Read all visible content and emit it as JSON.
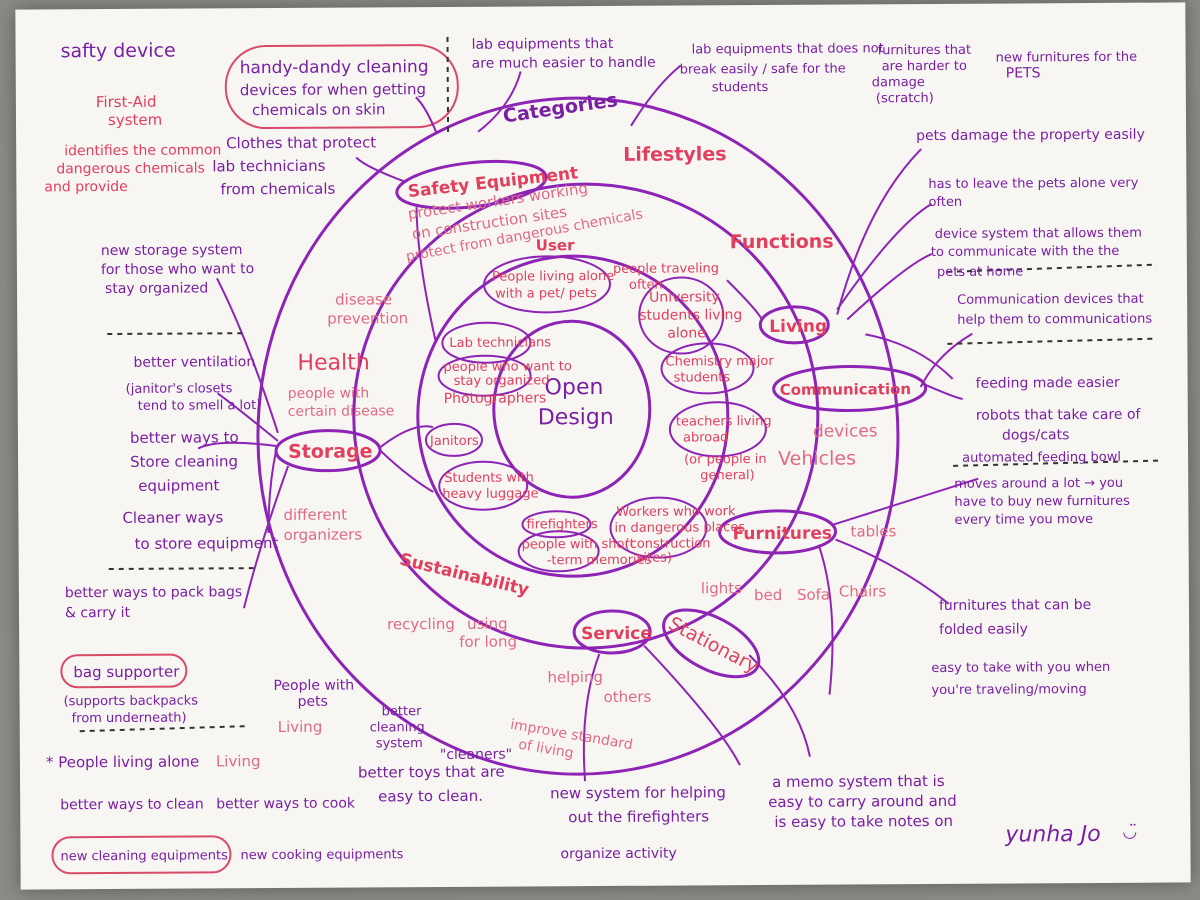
{
  "colors": {
    "purple": "#7a1fa2",
    "red": "#e0405d",
    "pink": "#e06a82",
    "paper": "#f7f6f3"
  },
  "center": [
    "Open",
    "Design"
  ],
  "ring_labels": {
    "categories": "Categories",
    "user": "User",
    "lifestyles": "Lifestyles",
    "functions": "Functions",
    "safety": "Safety Equipment",
    "health": "Health",
    "storage": "Storage",
    "living": "Living",
    "communication": "Communication",
    "furnitures": "Furnitures",
    "service": "Service",
    "stationary": "Stationary",
    "sustainability": "Sustainability"
  },
  "safety_notes": [
    "protect workers working",
    "on construction sites",
    "protect from dangerous chemicals"
  ],
  "health_notes": {
    "disease": [
      "disease",
      "prevention"
    ],
    "people": [
      "people with",
      "certain disease"
    ]
  },
  "communication_notes": [
    "devices",
    "Vehicles"
  ],
  "furniture_items": {
    "tables": "tables",
    "lights": "lights",
    "bed": "bed",
    "sofa": "Sofa",
    "chairs": "Chairs"
  },
  "storage_notes": [
    "different",
    "organizers"
  ],
  "sustainability_notes": {
    "recycling": "recycling",
    "using": [
      "using",
      "for long"
    ]
  },
  "service_notes": {
    "helping": [
      "helping",
      "others"
    ],
    "improve": [
      "improve standard",
      "of living"
    ]
  },
  "users": [
    [
      "People living alone",
      "with a pet/ pets"
    ],
    [
      "people traveling",
      "often"
    ],
    [
      "University",
      "students living",
      "alone"
    ],
    [
      "Lab technicians"
    ],
    [
      "people who want to",
      "stay organized"
    ],
    [
      "Photographers"
    ],
    [
      "Chemistry major",
      "students"
    ],
    [
      "Janitors"
    ],
    [
      "teachers living",
      "abroad"
    ],
    [
      "(or people in",
      "general)"
    ],
    [
      "Students with",
      "heavy luggage"
    ],
    [
      "firefighters"
    ],
    [
      "Workers who work",
      "in dangerous places",
      "(construction",
      "sites)"
    ],
    [
      "people with short",
      "-term memories"
    ]
  ],
  "left_notes": {
    "safety_device": "safty device",
    "first_aid": [
      "First-Aid",
      "system"
    ],
    "identifies": [
      "identifies the common",
      "dangerous chemicals",
      "and provide"
    ],
    "handy_dandy": [
      "handy-dandy cleaning",
      "devices for when getting",
      "chemicals on skin"
    ],
    "clothes": [
      "Clothes that protect",
      "lab technicians",
      "from chemicals"
    ],
    "new_storage": [
      "new storage system",
      "for those who want to",
      "stay organized"
    ],
    "ventilation": [
      "better ventilation",
      "(janitor's closets",
      "tend to smell a lot)"
    ],
    "better_store": [
      "better ways to",
      "Store cleaning",
      "equipment"
    ],
    "cleaner_ways": [
      "Cleaner ways",
      "to store equipment"
    ],
    "pack_bags": [
      "better ways to pack bags",
      "& carry it"
    ],
    "bag_supporter": "bag supporter",
    "supports": [
      "(supports backpacks",
      "from underneath)"
    ]
  },
  "bottom_notes": {
    "people_pets": [
      "People with",
      "pets"
    ],
    "living_pink": "Living",
    "cleaning_system": [
      "better",
      "cleaning",
      "system"
    ],
    "cleaners": "\"cleaners\"",
    "toys": [
      "better toys that are",
      "easy to clean."
    ],
    "star": "* People living alone",
    "living2": "Living",
    "clean": "better ways to clean",
    "cook": "better ways to cook",
    "equipments": "new cleaning equipments",
    "cooking": "new cooking equipments",
    "firefighters_system": [
      "new system for helping",
      "out the firefighters"
    ],
    "organize": "organize activity",
    "memo": [
      "a memo system that is",
      "easy to carry around and",
      "is easy to take notes on"
    ],
    "signature": "yunha Jo"
  },
  "right_notes": {
    "lab_easier": [
      "lab equipments that",
      "are much easier to handle"
    ],
    "lab_safe": [
      "lab equipments that does not",
      "break easily / safe for the",
      "students"
    ],
    "harder_damage": [
      "furnitures that",
      "are harder to",
      "damage",
      "(scratch)"
    ],
    "for_pets": [
      "new furnitures for the",
      "PETS"
    ],
    "pets_damage": "pets damage the property easily",
    "leave_pets": [
      "has to leave the pets alone very",
      "often"
    ],
    "device_system": [
      "device system that allows them",
      "to communicate with the the",
      "pets at home"
    ],
    "comm_devices": [
      "Communication devices that",
      "help them to communications"
    ],
    "feeding": "feeding made easier",
    "robots": [
      "robots that take care of",
      "dogs/cats"
    ],
    "bowl": "automated feeding bowl",
    "moves": [
      "moves around a lot → you",
      "have to buy new furnitures",
      "every time you move"
    ],
    "folded": [
      "furnitures that can be",
      "folded easily"
    ],
    "easy_take": [
      "easy to take with you when",
      "you're traveling/moving"
    ]
  }
}
